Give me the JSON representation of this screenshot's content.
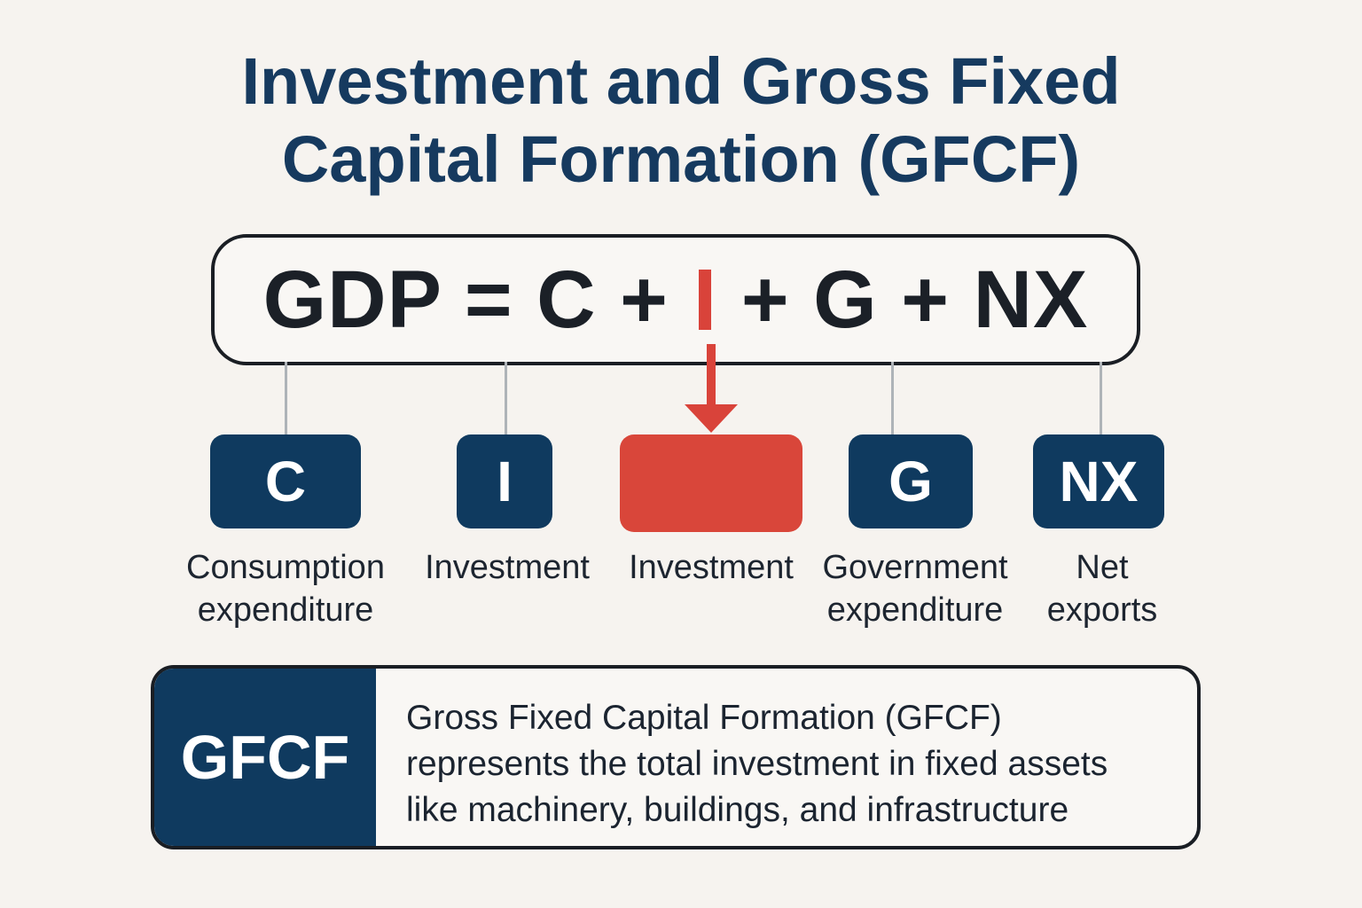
{
  "title": {
    "line1": "Investment and Gross Fixed",
    "line2": "Capital Formation (GFCF)"
  },
  "equation": {
    "left": "GDP = C +",
    "highlight": "I",
    "right": "+ G + NX"
  },
  "components": [
    {
      "symbol": "C",
      "label1": "Consumption",
      "label2": "expenditure"
    },
    {
      "symbol": "I",
      "label1": "Investment",
      "label2": ""
    },
    {
      "symbol": "",
      "label1": "Investment",
      "label2": ""
    },
    {
      "symbol": "G",
      "label1": "Government",
      "label2": "expenditure"
    },
    {
      "symbol": "NX",
      "label1": "Net",
      "label2": "exports"
    }
  ],
  "gfcf": {
    "badge": "GFCF",
    "line1": "Gross Fixed Capital Formation (GFCF)",
    "line2": "represents the total investment in fixed assets",
    "line3": "like machinery, buildings, and infrastructure"
  },
  "colors": {
    "navy": "#0f3a5f",
    "red": "#d9463a",
    "title": "#163a5f",
    "background": "#f6f3ef"
  }
}
